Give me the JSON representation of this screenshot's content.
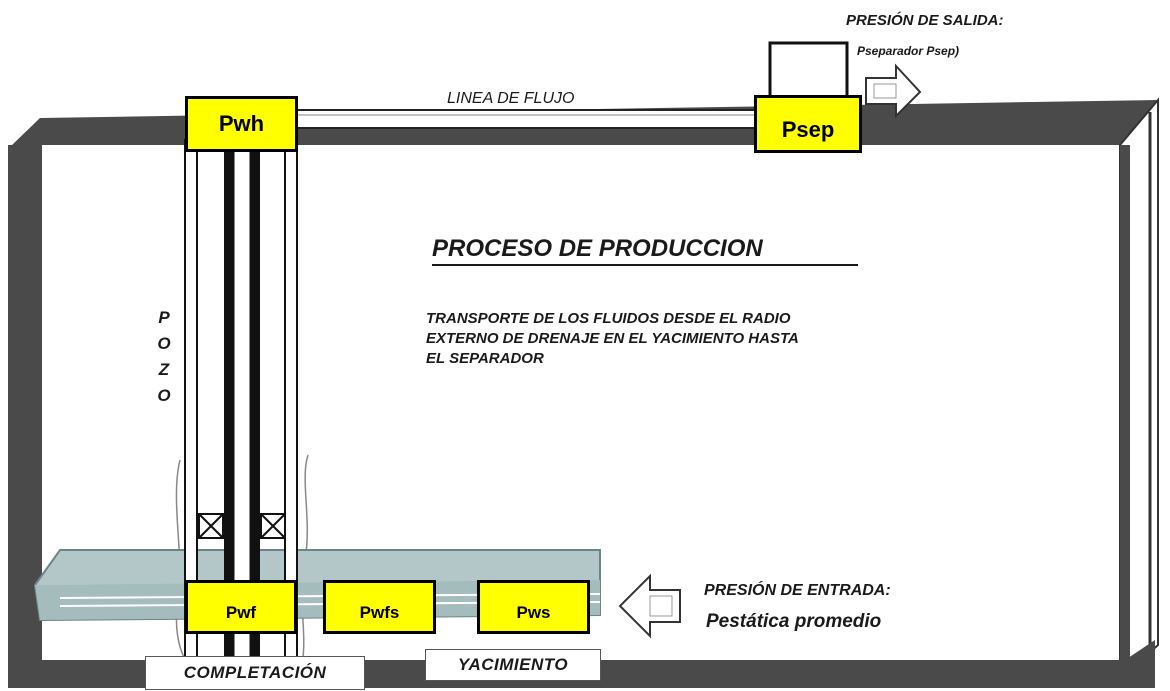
{
  "labels": {
    "outlet_title": "PRESIÓN DE SALIDA:",
    "outlet_sub": "Pseparador Psep)",
    "flow_line": "LINEA DE FLUJO",
    "process_title": "PROCESO  DE  PRODUCCION",
    "desc_line1": "TRANSPORTE DE LOS FLUIDOS DESDE EL RADIO",
    "desc_line2": "EXTERNO DE DRENAJE EN EL YACIMIENTO HASTA",
    "desc_line3": "EL SEPARADOR",
    "well": "POZO",
    "inlet_title": "PRESIÓN DE ENTRADA:",
    "inlet_sub": "Pestática promedio",
    "completion": "COMPLETACIÓN",
    "reservoir": "YACIMIENTO"
  },
  "pressure_boxes": {
    "pwh": "Pwh",
    "psep": "Psep",
    "pwf": "Pwf",
    "pwfs": "Pwfs",
    "pws": "Pws"
  },
  "colors": {
    "box_fill": "#ffff00",
    "wall": "#4a4a4a",
    "reservoir_slab": "#b3c7c9"
  }
}
